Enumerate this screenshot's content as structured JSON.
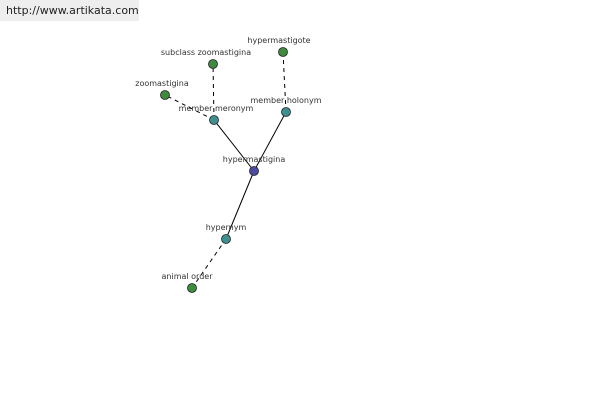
{
  "site_url": "http://www.artikata.com",
  "colors": {
    "center_node": "#4b4ba0",
    "relation_node": "#3f8f8f",
    "term_node": "#3e8a3e",
    "edge": "#000000"
  },
  "nodes": [
    {
      "id": "hypermastigina",
      "label": "hypermastigina",
      "kind": "center"
    },
    {
      "id": "member-meronym",
      "label": "member meronym",
      "kind": "relation"
    },
    {
      "id": "member-holonym",
      "label": "member holonym",
      "kind": "relation"
    },
    {
      "id": "hypernym",
      "label": "hypernym",
      "kind": "relation"
    },
    {
      "id": "zoomastigina",
      "label": "zoomastigina",
      "kind": "term"
    },
    {
      "id": "subclass-zoomastigina",
      "label": "subclass zoomastigina",
      "kind": "term"
    },
    {
      "id": "hypermastigote",
      "label": "hypermastigote",
      "kind": "term"
    },
    {
      "id": "animal-order",
      "label": "animal order",
      "kind": "term"
    }
  ],
  "edges": [
    {
      "from": "hypermastigina",
      "to": "member-meronym",
      "style": "solid"
    },
    {
      "from": "hypermastigina",
      "to": "member-holonym",
      "style": "solid"
    },
    {
      "from": "hypermastigina",
      "to": "hypernym",
      "style": "solid"
    },
    {
      "from": "member-meronym",
      "to": "zoomastigina",
      "style": "dashed"
    },
    {
      "from": "member-meronym",
      "to": "subclass-zoomastigina",
      "style": "dashed"
    },
    {
      "from": "member-holonym",
      "to": "hypermastigote",
      "style": "dashed"
    },
    {
      "from": "hypernym",
      "to": "animal-order",
      "style": "dashed"
    }
  ]
}
